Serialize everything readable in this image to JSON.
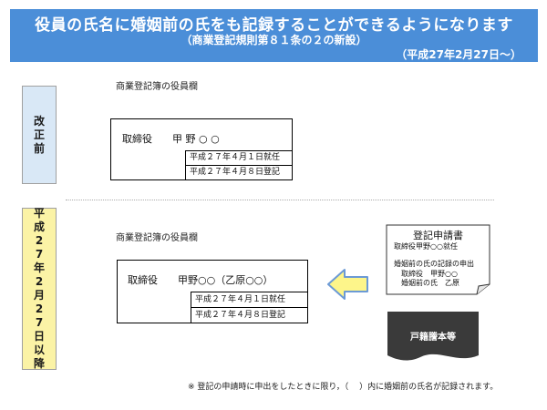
{
  "header": {
    "title": "役員の氏名に婚姻前の氏をも記録することができるようになります",
    "subtitle": "（商業登記規則第８１条の２の新設）",
    "effective": "（平成27年2月27日～）"
  },
  "before": {
    "side_label": "改正前",
    "caption": "商業登記簿の役員欄",
    "officer": "取締役　　甲 野 ○ ○",
    "entries": [
      "平成２７年４月１日就任",
      "平成２７年４月８日登記"
    ]
  },
  "after": {
    "side_label": "平成27年2月27日以降",
    "caption": "商業登記簿の役員欄",
    "officer": "取締役　　甲野○○（乙原○○）",
    "entries": [
      "平成２７年４月１日就任",
      "平成２７年４月８日登記"
    ]
  },
  "application": {
    "title": "登記申請書",
    "lines": [
      "取締役甲野○○就任",
      "婚姻前の氏の記録の申出",
      "取締役　甲野○○",
      "婚姻前の氏　乙原"
    ]
  },
  "koseki_label": "戸籍謄本等",
  "footnote": "※ 登記の申請時に申出をしたときに限り，（　 ）内に婚姻前の氏名が記録されます。",
  "colors": {
    "banner": "#4b8ed8",
    "before_panel": "#d9e8f6",
    "after_panel": "#fbf3a6",
    "arrow_fill": "#fdf58a",
    "arrow_stroke": "#6b9ad6",
    "koseki_fill": "#3a3a3a"
  }
}
